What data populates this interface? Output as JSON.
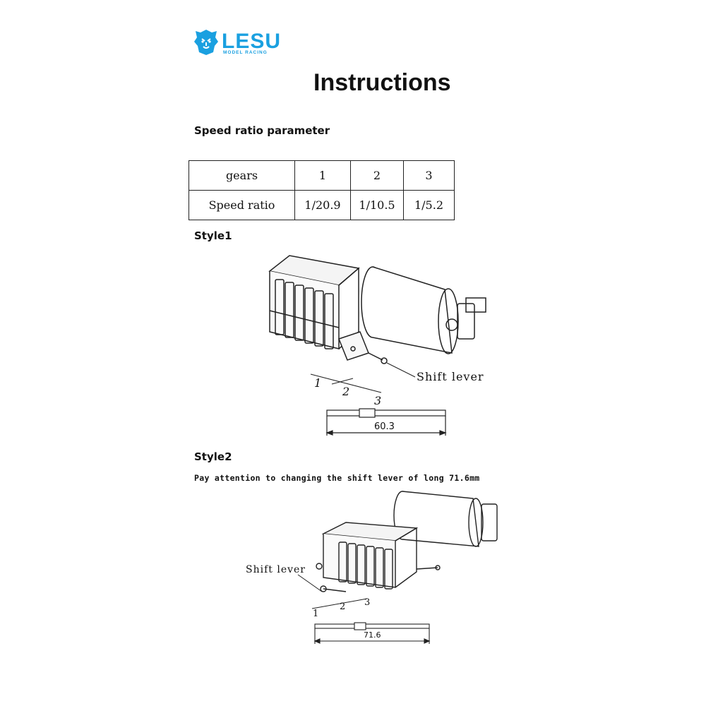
{
  "brand": {
    "name": "LESU",
    "tagline": "MODEL RACING",
    "accent": "#1aa0e0"
  },
  "title": "Instructions",
  "speed_section": {
    "heading": "Speed ratio parameter",
    "table": {
      "header_label": "gears",
      "gears": [
        "1",
        "2",
        "3"
      ],
      "row_label": "Speed ratio",
      "ratios": [
        "1/20.9",
        "1/10.5",
        "1/5.2"
      ]
    }
  },
  "style1": {
    "heading": "Style1",
    "callout": "Shift lever",
    "positions": [
      "1",
      "2",
      "3"
    ],
    "lever_length": "60.3"
  },
  "style2": {
    "heading": "Style2",
    "note": "Pay attention to changing the shift lever of long 71.6mm",
    "callout": "Shift lever",
    "positions": [
      "1",
      "2",
      "3"
    ],
    "lever_length": "71.6"
  }
}
